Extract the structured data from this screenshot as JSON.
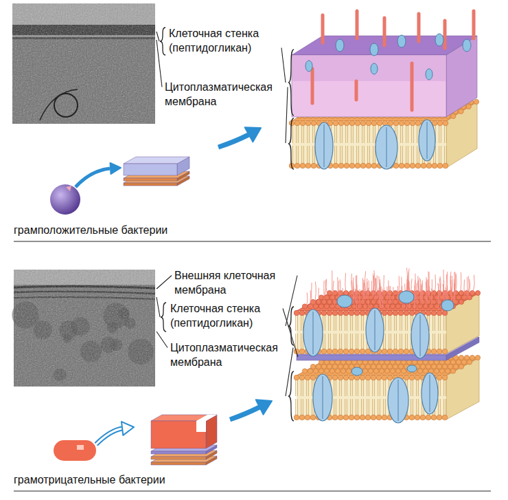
{
  "diagram": {
    "labels": [
      "Клеточная стенка (пептидогликан)",
      "Цитоплазматическая мембрана",
      "грамположительные бактерии",
      "Внешняя клеточная мембрана",
      "Клеточная стенка (пептидогликан)",
      "Цитоплазматическая мембрана",
      "грамотрицательные бактерии"
    ]
  }
}
